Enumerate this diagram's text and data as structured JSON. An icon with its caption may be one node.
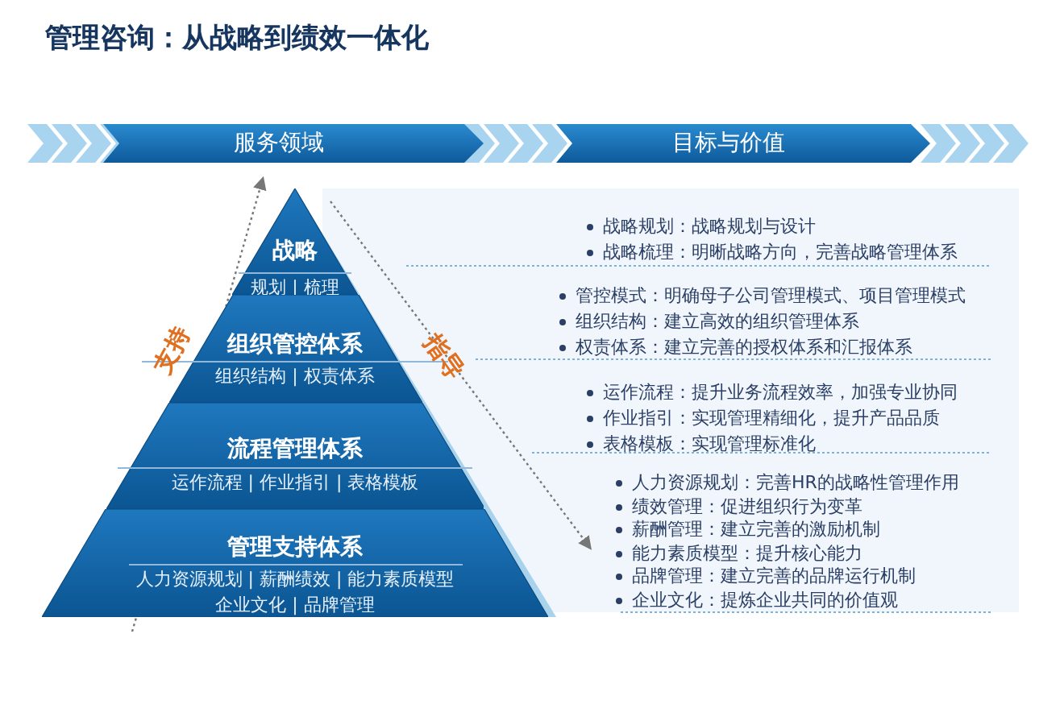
{
  "diagram": {
    "title": "管理咨询：从战略到绩效一体化",
    "nodes": [
      {
        "text": [
          "服务领域"
        ]
      },
      {
        "text": [
          "目标与价值"
        ]
      },
      {
        "text": [
          "战略",
          "规划 | 梳理"
        ]
      },
      {
        "text": [
          "组织管控体系",
          "组织结构 | 权责体系"
        ]
      },
      {
        "text": [
          "流程管理体系",
          "运作流程 | 作业指引 | 表格模板"
        ]
      },
      {
        "text": [
          "管理支持体系",
          "人力资源规划 | 薪酬绩效 | 能力素质模型企业文化 | 品牌管理"
        ]
      }
    ],
    "labels": [
      "支持",
      "指导",
      "战略规划：战略规划与设计",
      "战略梳理：明晰战略方向，完善战略管理体系",
      "管控模式：明确母子公司管理模式、项目管理模式",
      "组织结构：建立高效的组织管理体系",
      "权责体系：建立完善的授权体系和汇报体系",
      "运作流程：提升业务流程效率，加强专业协同",
      "作业指引：实现管理精细化，提升产品品质",
      "表格模板：实现管理标准化",
      "人力资源规划：完善HR的战略性管理作用",
      "绩效管理：促进组织行为变革",
      "薪酬管理：建立完善的激励机制",
      "能力素质模型：提升核心能力",
      "品牌管理：建立完善的品牌运行机制",
      "企业文化：提炼企业共同的价值观"
    ]
  }
}
